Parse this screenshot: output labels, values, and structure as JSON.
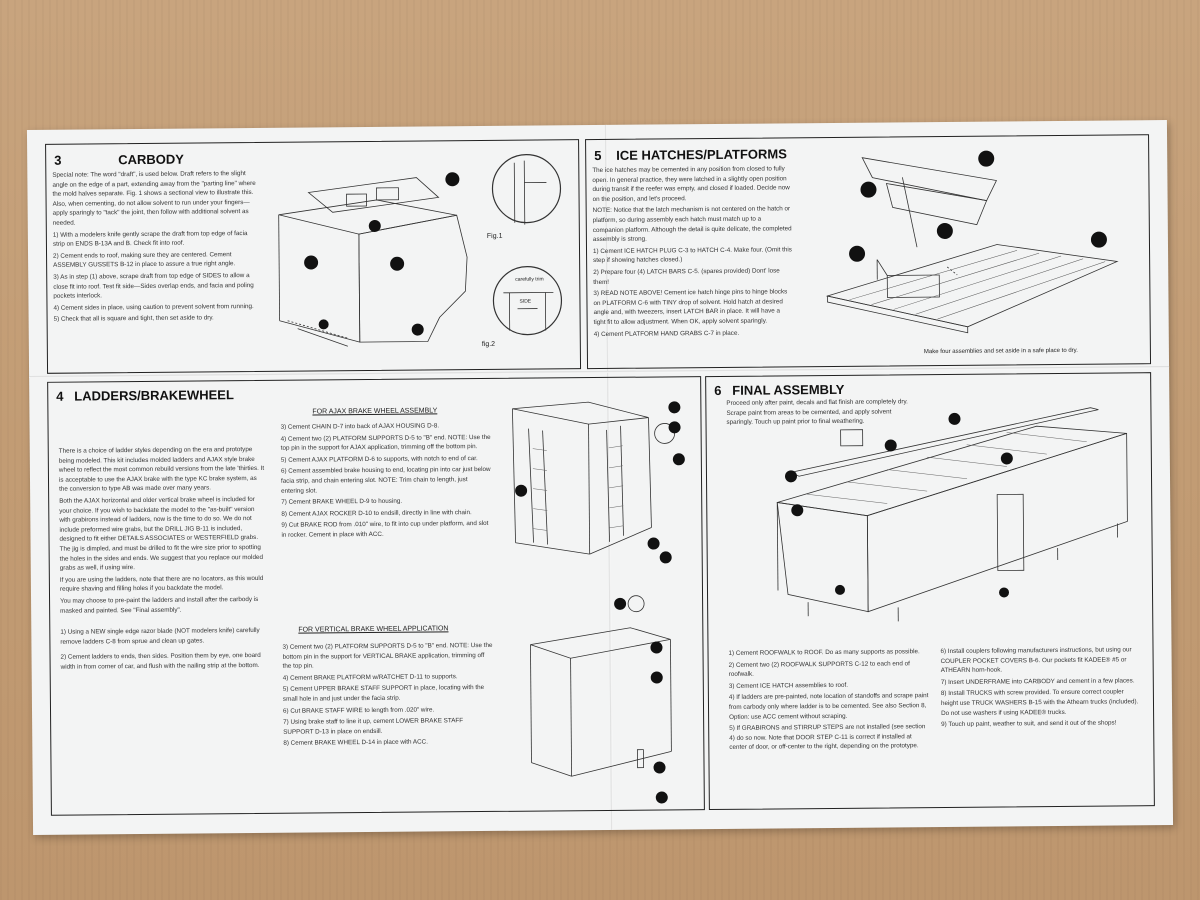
{
  "sec3": {
    "num": "3",
    "title": "CARBODY",
    "intro": "Special note: The word \"draft\", is used below. Draft refers to the slight angle on the edge of a part, extending away from the \"parting line\" where the mold halves separate. Fig. 1 shows a sectional view to illustrate this. Also, when cementing, do not allow solvent to run under your fingers—apply sparingly to \"tack\" the joint, then follow with additional solvent as needed.",
    "steps": [
      "1) With a modelers knife gently scrape the draft from top edge of facia strip on ENDS B-13A and B. Check fit into roof.",
      "2) Cement ends to roof, making sure they are centered. Cement ASSEMBLY GUSSETS B-12 in place to assure a true right angle.",
      "3) As in step (1) above, scrape draft from top edge of SIDES to allow a close fit into roof. Test fit side—Sides overlap ends, and facia and poling pockets interlock.",
      "4) Cement sides in place, using caution to prevent solvent from running.",
      "5) Check that all is square and tight, then set aside to dry."
    ],
    "fig1": "Fig.1",
    "fig2": "fig.2",
    "fig2_label1": "carefully trim",
    "fig2_label2": "SIDE"
  },
  "sec5": {
    "num": "5",
    "title": "ICE HATCHES/PLATFORMS",
    "intro": "The ice hatches may be cemented in any position from closed to fully open. In general practice, they were latched in a slightly open position during transit if the reefer was empty, and closed if loaded. Decide now on the position, and let's proceed.",
    "note": "NOTE: Notice that the latch mechanism is not centered on the hatch or platform, so during assembly each hatch must match up to a companion platform. Although the detail is quite delicate, the completed assembly is strong.",
    "steps": [
      "1) Cement ICE HATCH PLUG C-3 to HATCH C-4. Make four. (Omit this step if showing hatches closed.)",
      "2) Prepare four (4) LATCH BARS C-5. (spares provided) Dont' lose them!",
      "3) READ NOTE ABOVE! Cement ice hatch hinge pins to hinge blocks on PLATFORM C-6 with TINY drop of solvent. Hold hatch at desired angle and, with tweezers, insert LATCH BAR in place. It will have a tight fit to allow adjustment. When OK, apply solvent sparingly.",
      "4) Cement PLATFORM HAND GRABS C-7 in place."
    ],
    "caption": "Make four assemblies and set aside in a safe place to dry."
  },
  "sec4": {
    "num": "4",
    "title": "LADDERS/BRAKEWHEEL",
    "left_text": [
      "There is a choice of ladder styles depending on the era and prototype being modeled. This kit includes molded ladders and AJAX style brake wheel to reflect the most common rebuild versions from the late 'thirties. It is acceptable to use the AJAX brake with the type KC brake system, as the conversion to type AB was made over many years.",
      "Both the AJAX horizontal and older vertical brake wheel is included for your choice. If you wish to backdate the model to the \"as-built\" version with grabirons instead of ladders, now is the time to do so. We do not include preformed wire grabs, but the DRILL JIG B-11 is included, designed to fit either DETAILS ASSOCIATES or WESTERFIELD grabs. The jig is dimpled, and must be drilled to fit the wire size prior to spotting the holes in the sides and ends. We suggest that you replace our molded grabs as well, if using wire.",
      "If you are using the ladders, note that there are no locators, as this would require shaving and filling holes if you backdate the model.",
      "You may choose to pre-paint the ladders and install after the carbody is masked and painted. See \"Final assembly\"."
    ],
    "left_steps": [
      "1) Using a NEW single edge razor blade (NOT modelers knife) carefully remove ladders C-8 from sprue and clean up gates.",
      "2) Cement ladders to ends, then sides. Position them by eye, one board width in from corner of car, and flush with the nailing strip at the bottom."
    ],
    "ajax_heading": "FOR AJAX BRAKE WHEEL ASSEMBLY",
    "ajax_steps": [
      "3) Cement CHAIN D-7 into back of AJAX HOUSING D-8.",
      "4) Cement two (2) PLATFORM SUPPORTS D-5 to \"B\" end. NOTE: Use the top pin in the support for AJAX application, trimming off the bottom pin.",
      "5) Cement AJAX PLATFORM D-6 to supports, with notch to end of car.",
      "6) Cement assembled brake housing to end, locating pin into car just below facia strip, and chain entering slot. NOTE: Trim chain to length, just entering slot.",
      "7) Cement BRAKE WHEEL D-9 to housing.",
      "8) Cement AJAX ROCKER D-10 to endsill, directly in line with chain.",
      "9) Cut BRAKE ROD from .010\" wire, to fit into cup under platform, and slot in rocker. Cement in place with ACC."
    ],
    "vert_heading": "FOR VERTICAL BRAKE WHEEL APPLICATION",
    "vert_steps": [
      "3) Cement two (2) PLATFORM SUPPORTS D-5 to \"B\" end. NOTE: Use the bottom pin in the support for VERTICAL BRAKE application, trimming off the top pin.",
      "4) Cement BRAKE PLATFORM w/RATCHET D-11 to supports.",
      "5) Cement UPPER BRAKE STAFF SUPPORT in place, locating with the small hole in and just under the facia strip.",
      "6) Cut BRAKE STAFF WIRE to length from .020\" wire.",
      "7) Using brake staff to line it up, cement LOWER BRAKE STAFF SUPPORT D-13 in place on endsill.",
      "8) Cement BRAKE WHEEL D-14 in place with ACC."
    ]
  },
  "sec6": {
    "num": "6",
    "title": "FINAL ASSEMBLY",
    "intro": "Proceed only after paint, decals and flat finish are completely dry. Scrape paint from areas to be cemented, and apply solvent sparingly. Touch up paint prior to final weathering.",
    "steps_left": [
      "1) Cement ROOFWALK to ROOF. Do as many supports as possible.",
      "2) Cement two (2) ROOFWALK SUPPORTS C-12 to each end of roofwalk.",
      "3) Cement ICE HATCH assemblies to roof.",
      "4) If ladders are pre-painted, note location of standoffs and scrape paint from carbody only where ladder is to be cemented. See also Section 8, Option: use ACC cement without scraping.",
      "5) If GRABIRONS and STIRRUP STEPS are not installed (see section 4) do so now. Note that DOOR STEP C-11 is correct if installed at center of door, or off-center to the right, depending on the prototype."
    ],
    "steps_right": [
      "6) Install couplers following manufacturers instructions, but using our COUPLER POCKET COVERS B-6. Our pockets fit KADEE® #5 or ATHEARN horn-hook.",
      "7) Insert UNDERFRAME into CARBODY and cement in a few places.",
      "8) Install TRUCKS with screw provided. To ensure correct coupler height use TRUCK WASHERS B-15 with the Athearn trucks (included). Do not use washers if using KADEE® trucks.",
      "9) Touch up paint, weather to suit, and send it out of the shops!"
    ]
  },
  "colors": {
    "cardboard": "#c4a078",
    "paper": "#f3f4f4",
    "ink": "#222222"
  }
}
